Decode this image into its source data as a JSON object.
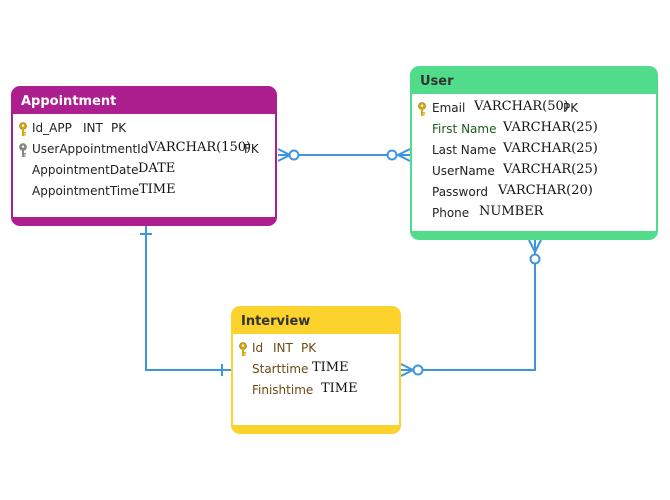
{
  "colors": {
    "appointment": "#ad1f8e",
    "user": "#50dc8a",
    "interview": "#fcd22c",
    "interview_header_text": "#333333",
    "interview_column_text": "#6b4a10",
    "user_accent_text": "#1a5c1a",
    "connector": "#3d96dd",
    "pk_key": "#d8a900",
    "fk_key": "#888888"
  },
  "icons": [
    "key-icon"
  ],
  "entities": {
    "appointment": {
      "title": "Appointment",
      "columns": [
        {
          "name": "Id_APP",
          "type": "INT",
          "flag": "PK",
          "key": "pk"
        },
        {
          "name": "UserAppointmentId",
          "type": "VARCHAR(150)",
          "flag": "FK",
          "key": "fk"
        },
        {
          "name": "AppointmentDate",
          "type": "DATE",
          "flag": "",
          "key": ""
        },
        {
          "name": "AppointmentTime",
          "type": "TIME",
          "flag": "",
          "key": ""
        }
      ]
    },
    "user": {
      "title": "User",
      "columns": [
        {
          "name": "Email",
          "type": "VARCHAR(50)",
          "flag": "PK",
          "key": "pk"
        },
        {
          "name": "First Name",
          "type": "VARCHAR(25)",
          "flag": "",
          "key": ""
        },
        {
          "name": "Last Name",
          "type": "VARCHAR(25)",
          "flag": "",
          "key": ""
        },
        {
          "name": "UserName",
          "type": "VARCHAR(25)",
          "flag": "",
          "key": ""
        },
        {
          "name": "Password",
          "type": "VARCHAR(20)",
          "flag": "",
          "key": ""
        },
        {
          "name": "Phone",
          "type": "NUMBER",
          "flag": "",
          "key": ""
        }
      ]
    },
    "interview": {
      "title": "Interview",
      "columns": [
        {
          "name": "Id",
          "type": "INT",
          "flag": "PK",
          "key": "pk"
        },
        {
          "name": "Starttime",
          "type": "TIME",
          "flag": "",
          "key": ""
        },
        {
          "name": "Finishtime",
          "type": "TIME",
          "flag": "",
          "key": ""
        }
      ]
    }
  },
  "relationships": [
    {
      "from": "appointment",
      "from_end": "many-optional",
      "to": "user",
      "to_end": "many-optional"
    },
    {
      "from": "appointment",
      "from_end": "one",
      "to": "interview",
      "to_end": "one"
    },
    {
      "from": "interview",
      "from_end": "many-optional",
      "to": "user",
      "to_end": "many-optional"
    }
  ]
}
